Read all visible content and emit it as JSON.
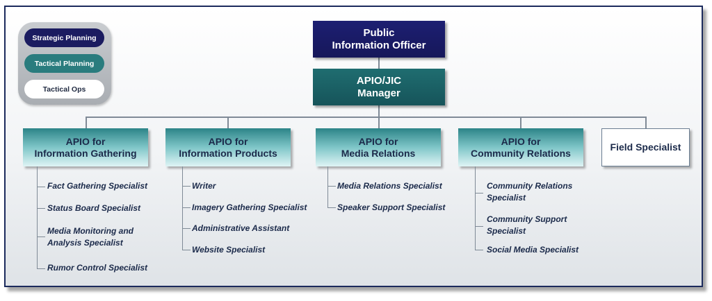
{
  "legend": {
    "strategic_label": "Strategic Planning",
    "tactical_label": "Tactical Planning",
    "ops_label": "Tactical Ops"
  },
  "pio": {
    "line1": "Public",
    "line2": "Information Officer"
  },
  "manager": {
    "line1": "APIO/JIC",
    "line2": "Manager"
  },
  "apios": [
    {
      "line1": "APIO for",
      "line2": "Information Gathering",
      "items": [
        [
          "Fact Gathering Specialist"
        ],
        [
          "Status Board Specialist"
        ],
        [
          "Media Monitoring and",
          "Analysis Specialist"
        ],
        [
          "Rumor Control Specialist"
        ]
      ]
    },
    {
      "line1": "APIO for",
      "line2": "Information Products",
      "items": [
        [
          "Writer"
        ],
        [
          "Imagery Gathering Specialist"
        ],
        [
          "Administrative Assistant"
        ],
        [
          "Website Specialist"
        ]
      ]
    },
    {
      "line1": "APIO for",
      "line2": "Media Relations",
      "items": [
        [
          "Media Relations Specialist"
        ],
        [
          "Speaker Support Specialist"
        ]
      ]
    },
    {
      "line1": "APIO for",
      "line2": "Community Relations",
      "items": [
        [
          "Community Relations",
          "Specialist"
        ],
        [
          "Community Support",
          "Specialist"
        ],
        [
          "Social Media Specialist"
        ]
      ]
    }
  ],
  "field": {
    "label": "Field Specialist"
  },
  "colors": {
    "strategic": "#1b1c60",
    "tactical": "#2a7c7e",
    "ops": "#ffffff",
    "connector": "#7f8a96"
  }
}
